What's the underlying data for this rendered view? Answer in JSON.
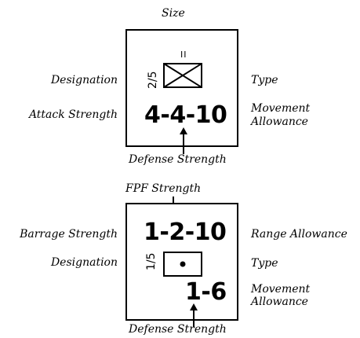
{
  "top_counter": {
    "size_label": "Size",
    "designation_label": "Designation",
    "type_label": "Type",
    "attack_strength_label": "Attack Strength",
    "movement_allowance_label_line1": "Movement",
    "movement_allowance_label_line2": "Allowance",
    "defense_strength_label": "Defense Strength",
    "size_mark": "II",
    "designation_value": "2/5",
    "strength_value": "4-4-10",
    "unit_symbol": "infantry-symbol"
  },
  "bottom_counter": {
    "fpf_strength_label": "FPF Strength",
    "barrage_strength_label": "Barrage Strength",
    "range_allowance_label": "Range Allowance",
    "designation_label": "Designation",
    "type_label": "Type",
    "movement_allowance_label_line1": "Movement",
    "movement_allowance_label_line2": "Allowance",
    "defense_strength_label": "Defense Strength",
    "strength_value": "1-2-10",
    "designation_value": "1/5",
    "defense_movement_value": "1-6",
    "unit_symbol": "artillery-symbol"
  }
}
